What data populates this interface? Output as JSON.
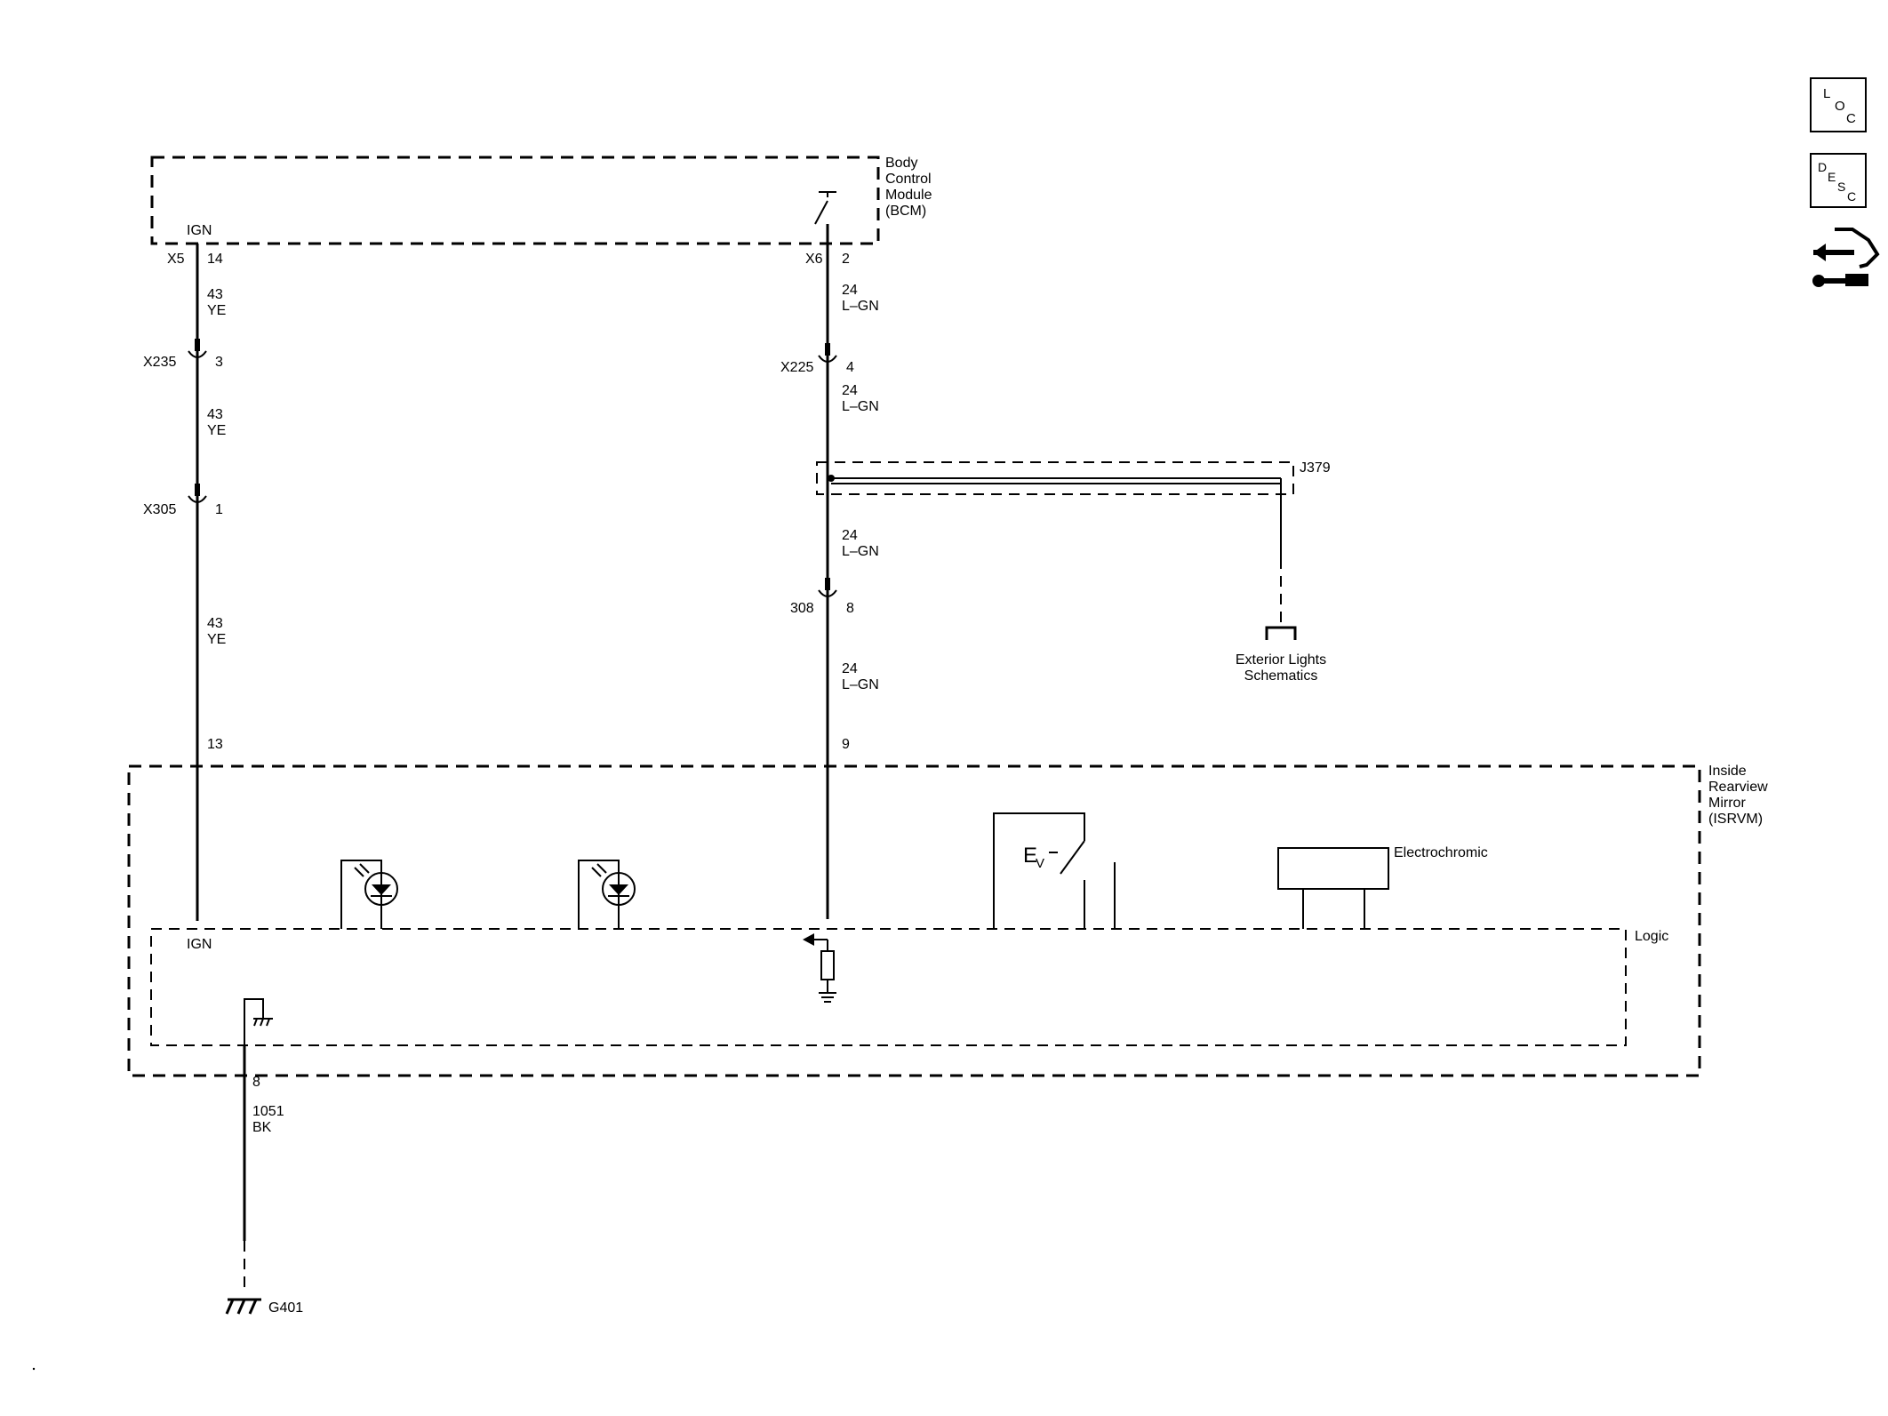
{
  "modules": {
    "bcm": {
      "line1": "Body",
      "line2": "Control",
      "line3": "Module",
      "line4": "(BCM)",
      "pin_label": "IGN"
    },
    "isrvm": {
      "line1": "Inside",
      "line2": "Rearview",
      "line3": "Mirror",
      "line4": "(ISRVM)",
      "pin_label": "IGN",
      "electrochromic": "Electrochromic",
      "logic": "Logic"
    },
    "j379": "J379",
    "exterior": {
      "line1": "Exterior Lights",
      "line2": "Schematics"
    },
    "ground": "G401"
  },
  "left_circuit": {
    "x5": "X5",
    "x5_pin": "14",
    "wire1_num": "43",
    "wire1_color": "YE",
    "x235": "X235",
    "x235_pin": "3",
    "wire2_num": "43",
    "wire2_color": "YE",
    "x305": "X305",
    "x305_pin": "1",
    "wire3_num": "43",
    "wire3_color": "YE",
    "mirror_pin": "13"
  },
  "right_circuit": {
    "x6": "X6",
    "x6_pin": "2",
    "wire1_num": "24",
    "wire1_color": "L–GN",
    "x225": "X225",
    "x225_pin": "4",
    "wire2_num": "24",
    "wire2_color": "L–GN",
    "wire3_num": "24",
    "wire3_color": "L–GN",
    "c308": "308",
    "c308_pin": "8",
    "wire4_num": "24",
    "wire4_color": "L–GN",
    "mirror_pin": "9"
  },
  "ground_circuit": {
    "pin": "8",
    "wire_num": "1051",
    "wire_color": "BK"
  },
  "sidebar": {
    "loc": {
      "a": "L",
      "b": "O",
      "c": "C"
    },
    "desc": {
      "a": "D",
      "b": "E",
      "c": "S",
      "d": "C"
    },
    "connector_icon": "connector-end-view-icon"
  }
}
